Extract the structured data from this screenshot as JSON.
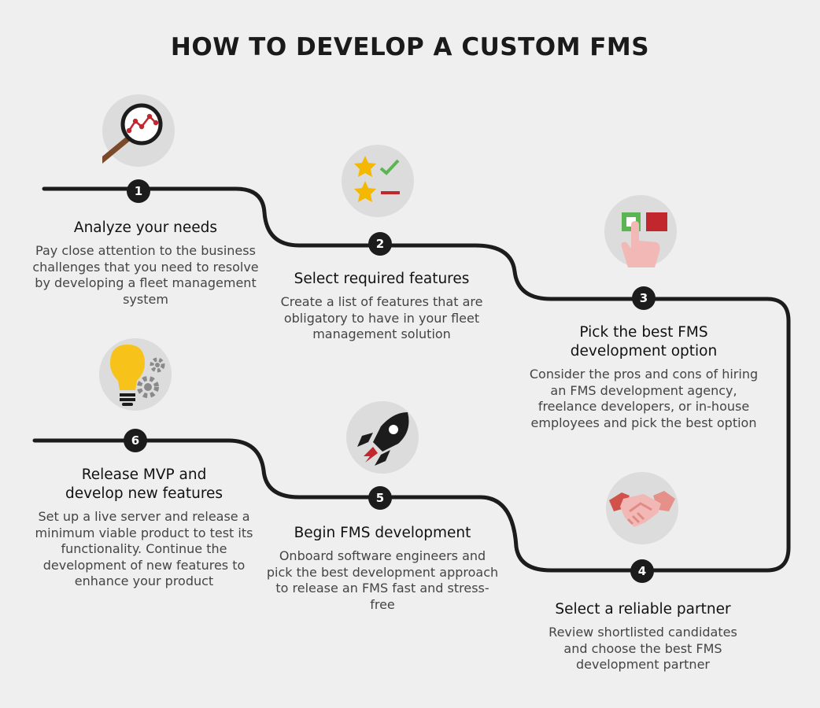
{
  "title": "HOW TO DEVELOP A CUSTOM FMS",
  "steps": [
    {
      "num": "1",
      "heading": "Analyze your needs",
      "desc": "Pay close attention to the business challenges that you need to resolve by developing a fleet management system",
      "icon": "magnifier-chart-icon"
    },
    {
      "num": "2",
      "heading": "Select required features",
      "desc": "Create a list of features that are obligatory to have in your fleet management solution",
      "icon": "stars-checklist-icon"
    },
    {
      "num": "3",
      "heading": "Pick the best FMS development option",
      "desc": "Consider the pros and cons of hiring an FMS development agency, freelance developers, or in-house employees and pick the best option",
      "icon": "hand-choosing-icon"
    },
    {
      "num": "4",
      "heading": "Select a reliable partner",
      "desc": "Review shortlisted candidates and choose the best FMS development partner",
      "icon": "handshake-icon"
    },
    {
      "num": "5",
      "heading": "Begin FMS development",
      "desc": "Onboard software engineers and pick the best development approach to release an FMS fast and stress-free",
      "icon": "rocket-icon"
    },
    {
      "num": "6",
      "heading": "Release MVP and develop new features",
      "desc": "Set up a live server and release a minimum viable product to test its functionality. Continue the development of new features to enhance your product",
      "icon": "lightbulb-gears-icon"
    }
  ],
  "colors": {
    "accent_red": "#c1272d",
    "check_green": "#5ab552",
    "star_yellow": "#f5b800",
    "bulb_yellow": "#f7c31b",
    "skin": "#f2b8b5",
    "line": "#1c1c1c",
    "circle_bg": "#dcdcdc"
  }
}
